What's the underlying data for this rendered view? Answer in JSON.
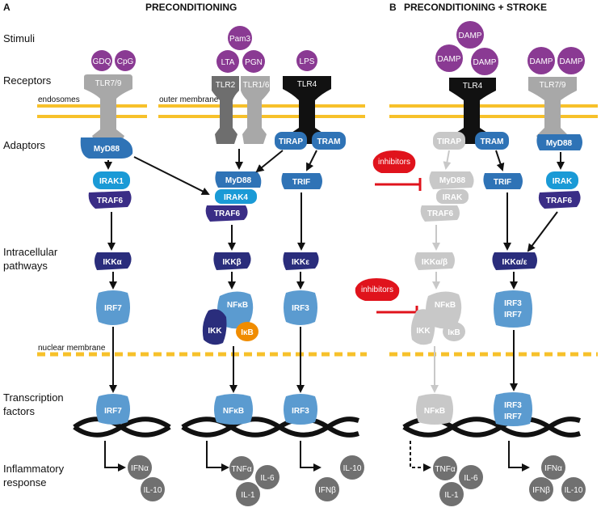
{
  "panels": {
    "a": {
      "letter": "A",
      "title": "PRECONDITIONING"
    },
    "b": {
      "letter": "B",
      "title": "PRECONDITIONING + STROKE"
    }
  },
  "rows": {
    "stimuli": "Stimuli",
    "receptors": "Receptors",
    "adaptors": "Adaptors",
    "intracellular_1": "Intracellular",
    "intracellular_2": "pathways",
    "transcription_1": "Transcription",
    "transcription_2": "factors",
    "inflammatory_1": "Inflammatory",
    "inflammatory_2": "response"
  },
  "membranes": {
    "endosomes": "endosomes",
    "outer": "outer membrane",
    "nuclear": "nuclear membrane"
  },
  "stimuli": {
    "gdq": "GDQ",
    "cpg": "CpG",
    "pam3": "Pam3",
    "lta": "LTA",
    "pgn": "PGN",
    "lps": "LPS",
    "damp": "DAMP"
  },
  "receptors": {
    "tlr79": "TLR7/9",
    "tlr2": "TLR2",
    "tlr16": "TLR1/6",
    "tlr4": "TLR4"
  },
  "adaptors": {
    "myd88": "MyD88",
    "tirap": "TIRAP",
    "tram": "TRAM",
    "trif": "TRIF",
    "irak1": "IRAK1",
    "traf6": "TRAF6",
    "irak4": "IRAK4",
    "irak": "IRAK"
  },
  "pathways": {
    "ikka": "IKKα",
    "ikkb": "IKKβ",
    "ikke": "IKKε",
    "ikkab": "IKKα/β",
    "ikkae": "IKKα/ε",
    "irf7": "IRF7",
    "irf3": "IRF3",
    "nfkb": "NFκB",
    "ikk": "IKK",
    "ikb": "IκB"
  },
  "inhibitors": "inhibitors",
  "cytokines": {
    "ifna": "IFNα",
    "il10": "IL-10",
    "tnfa": "TNFα",
    "il6": "IL-6",
    "il1": "IL-1",
    "ifnb": "IFNβ"
  },
  "colors": {
    "purple": "#8a3a93",
    "black": "#111111",
    "grey_receptor": "#a8a8a8",
    "dark_grey": "#6e6e6e",
    "blue": "#2f73b6",
    "light_blue": "#1a9ad6",
    "navy": "#2a2d7c",
    "pale_blue": "#5b9bd0",
    "orange": "#f08c00",
    "red": "#e0131c",
    "membrane": "#f7c12a",
    "inactive": "#c8c8c8",
    "cytokine": "#707070"
  }
}
